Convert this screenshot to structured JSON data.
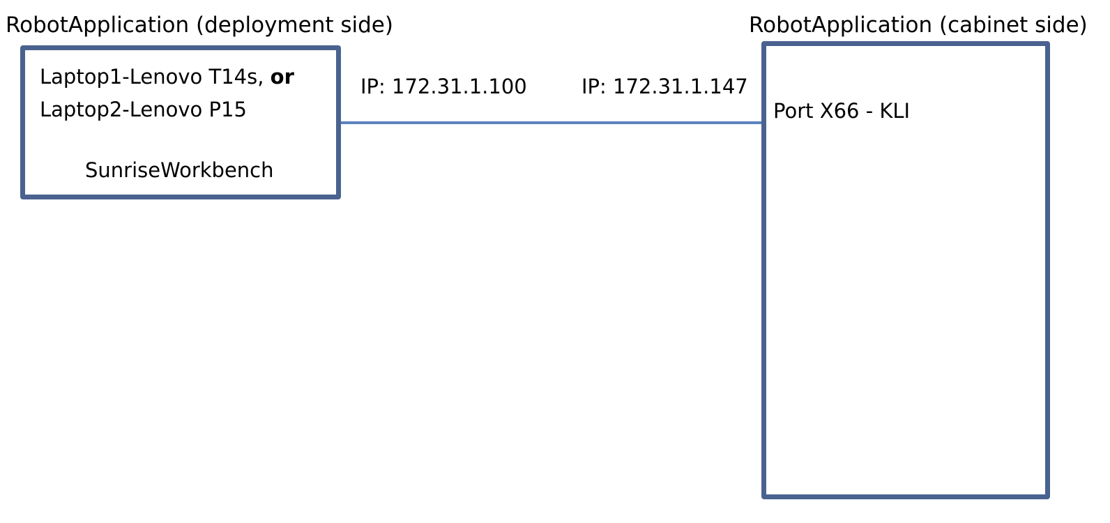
{
  "deployment": {
    "title": "RobotApplication (deployment side)",
    "line1_text": "Laptop1-Lenovo T14s, ",
    "line1_bold": "or",
    "line2": "Laptop2-Lenovo P15",
    "software": "SunriseWorkbench"
  },
  "cabinet": {
    "title": "RobotApplication (cabinet side)",
    "port": "Port X66 - KLI"
  },
  "connection": {
    "ip_deployment": "IP: 172.31.1.100",
    "ip_cabinet": "IP: 172.31.1.147"
  },
  "colors": {
    "box_border": "#4a628f",
    "connection_line": "#5b82be"
  }
}
